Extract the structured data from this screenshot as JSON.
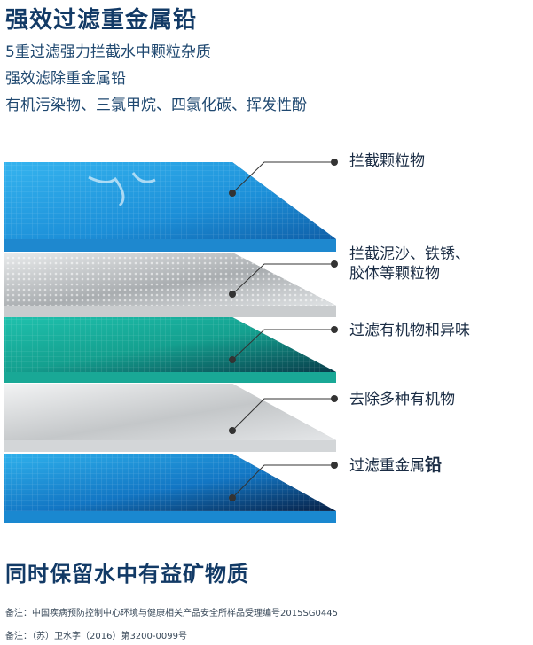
{
  "title": "强效过滤重金属铅",
  "features": [
    "5重过滤强力拦截水中颗粒杂质",
    "强效滤除重金属铅",
    "有机污染物、三氯甲烷、四氯化碳、挥发性酚"
  ],
  "layers": [
    {
      "label": "拦截颗粒物",
      "color": "#1a8ad6"
    },
    {
      "label_line1": "拦截泥沙、铁锈、",
      "label_line2": "胶体等颗粒物",
      "color": "#b9bcbe"
    },
    {
      "label": "过滤有机物和异味",
      "color": "#15a897"
    },
    {
      "label": "去除多种有机物",
      "color": "#cfd2d4"
    },
    {
      "label_main": "过滤重金属",
      "label_big": "铅",
      "color": "#1a6fb8"
    }
  ],
  "subtitle": "同时保留水中有益矿物质",
  "notes": [
    "备注：中国疾病预防控制中心环境与健康相关产品安全所样品受理编号2015SG0445",
    "备注：（苏）卫水字（2016）第3200-0099号"
  ]
}
